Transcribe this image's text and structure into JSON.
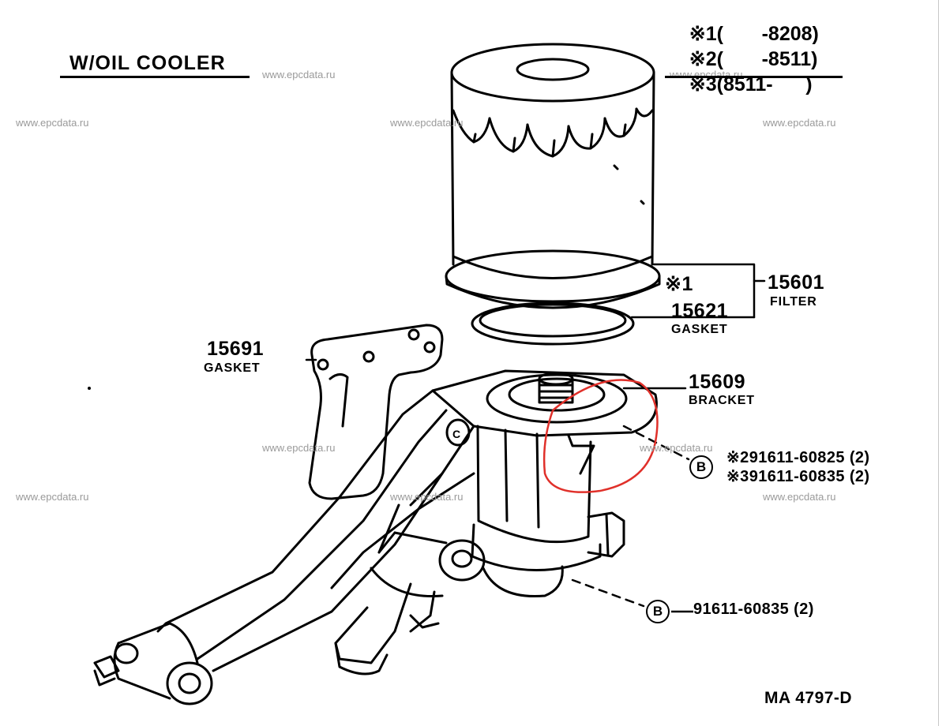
{
  "title": "W/OIL COOLER",
  "legend": [
    {
      "mark": "※1",
      "range": "(       -8208)"
    },
    {
      "mark": "※2",
      "range": "(       -8511)"
    },
    {
      "mark": "※3",
      "range": "(8511-      )"
    }
  ],
  "watermark": "www.epcdata.ru",
  "parts": {
    "filter": {
      "number": "15601",
      "name": "FILTER",
      "note": "※1"
    },
    "filter_gasket": {
      "number": "15621",
      "name": "GASKET"
    },
    "bracket_gasket": {
      "number": "15691",
      "name": "GASKET"
    },
    "bracket": {
      "number": "15609",
      "name": "BRACKET"
    }
  },
  "bolts": [
    {
      "badge": "B",
      "mark": "※2",
      "part": "91611-60825",
      "qty": "(2)"
    },
    {
      "badge": "",
      "mark": "※3",
      "part": "91611-60835",
      "qty": "(2)"
    },
    {
      "badge": "B",
      "mark": "",
      "part": "91611-60835",
      "qty": "(2)"
    }
  ],
  "diagram_code": "MA  4797-D",
  "colors": {
    "ink": "#000000",
    "watermark": "#9a9a9a",
    "highlight": "#e0302a"
  }
}
